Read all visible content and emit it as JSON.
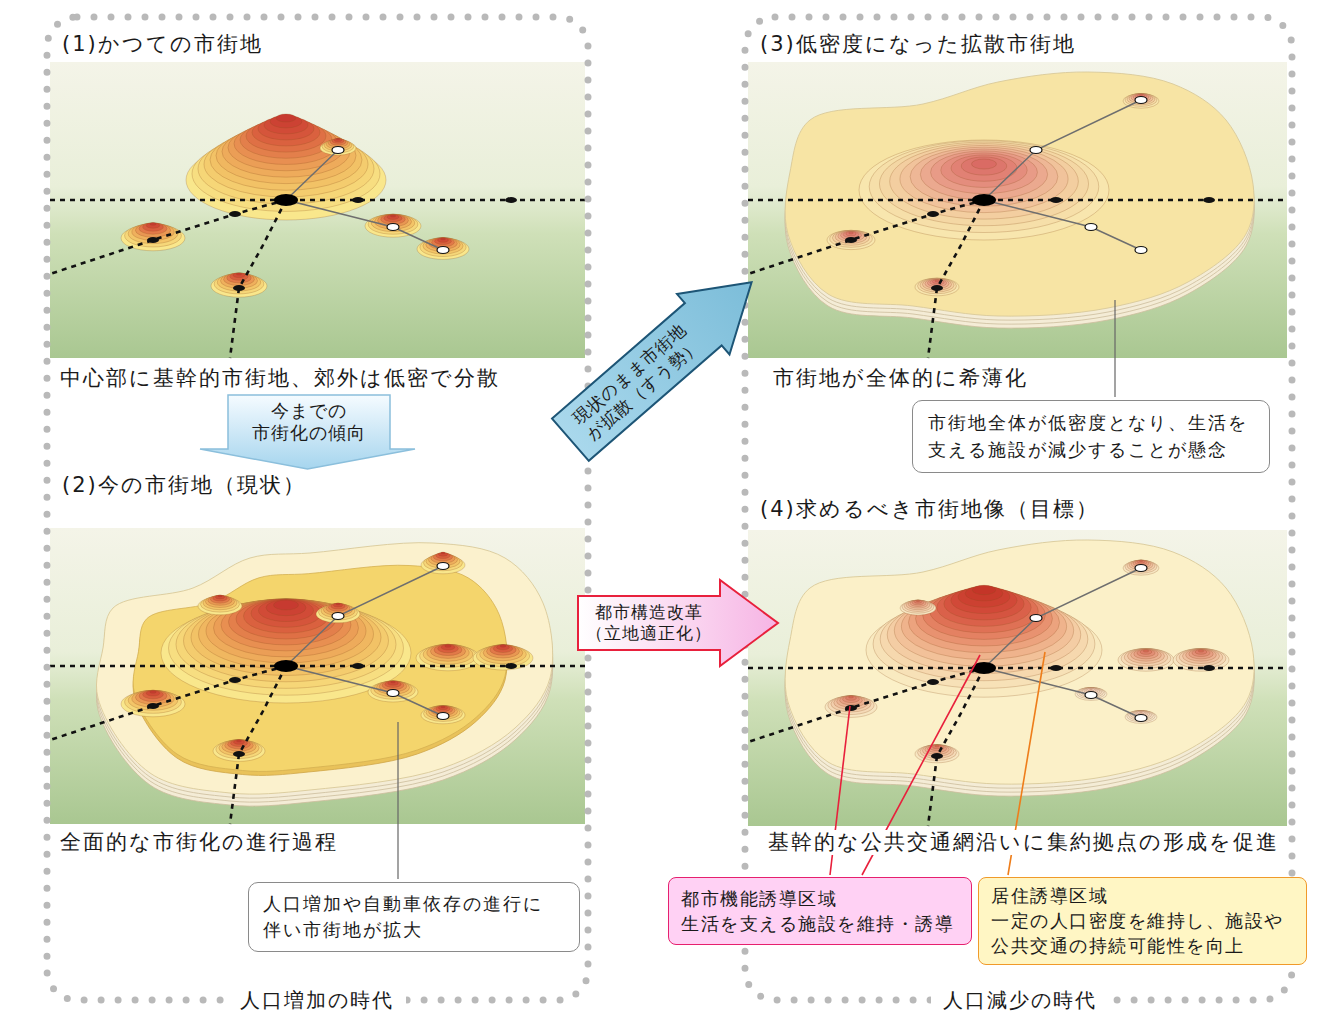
{
  "diagram": {
    "nodes": [
      {
        "text": [
          "人口増加の時代"
        ]
      },
      {
        "text": [
          "(1)かつての市街地",
          "中心部に基幹的市街地、郊外は低密で分散"
        ],
        "in": 0
      },
      {
        "text": [
          "今までの 市街化の傾向"
        ],
        "in": 0
      },
      {
        "text": [
          "(2)今の市街地（現状）",
          "全面的な市街化の進行過程"
        ],
        "in": 0
      },
      {
        "text": [
          "人口増加や自動車依存の進行に 伴い市街地が拡大"
        ],
        "in": 3
      },
      {
        "text": [
          "人口減少の時代"
        ]
      },
      {
        "text": [
          "(3)低密度になった拡散市街地",
          "市街地が全体的に希薄化"
        ],
        "in": 5
      },
      {
        "text": [
          "市街地全体が低密度となり、生活を 支える施設が減少することが懸念"
        ],
        "in": 6
      },
      {
        "text": [
          "(4)求めるべき市街地像（目標）",
          "基幹的な公共交通網沿いに集約拠点の形成を促進"
        ],
        "in": 5
      },
      {
        "text": [
          "都市機能誘導区域",
          "生活を支える施設を維持・誘導"
        ],
        "in": 8
      },
      {
        "text": [
          "居住誘導区域",
          "一定の人口密度を維持し、施設や 公共交通の持続可能性を向上"
        ],
        "in": 8
      },
      {
        "text": [
          "現状のまま市街地 が拡散（すう勢）"
        ]
      },
      {
        "text": [
          "都市構造改革 （立地適正化）"
        ]
      }
    ]
  }
}
